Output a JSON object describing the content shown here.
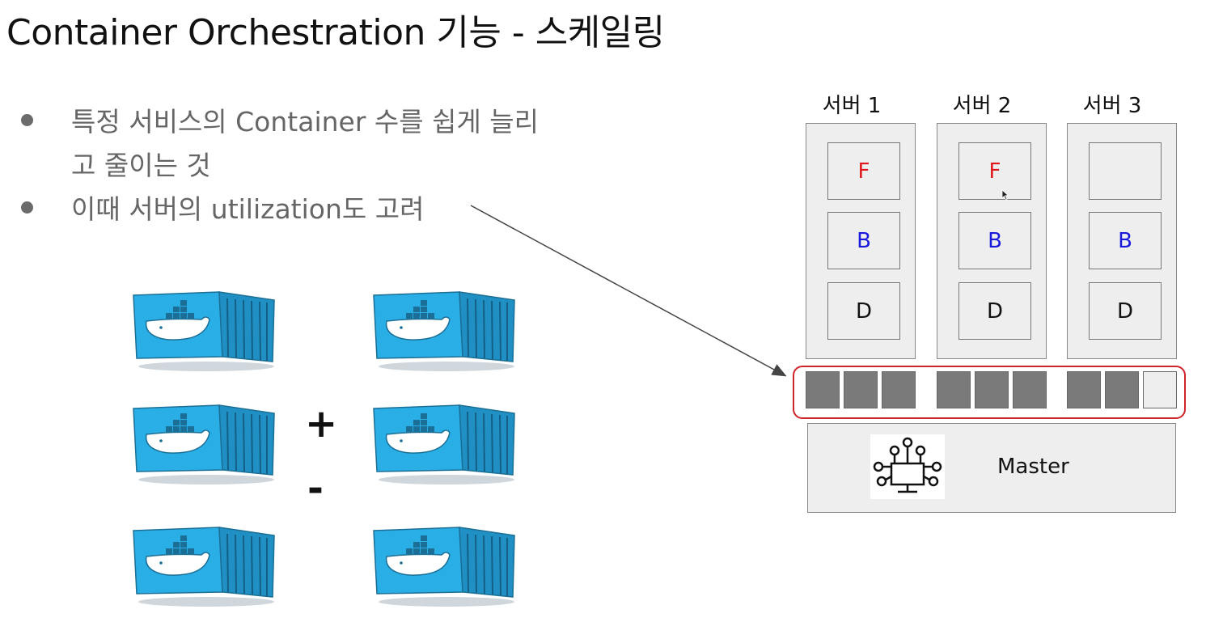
{
  "title": "Container Orchestration 기능 - 스케일링",
  "bullets": [
    "특정 서비스의 Container 수를 쉽게 늘리고 줄이는 것",
    "이때 서버의 utilization도 고려"
  ],
  "scale_symbols": {
    "plus": "+",
    "minus": "-"
  },
  "containers": {
    "count": 6,
    "icon": "docker-container-icon",
    "color": "#2aaee6"
  },
  "servers": [
    {
      "label": "서버 1",
      "services": [
        {
          "text": "F",
          "color": "#e0181b"
        },
        {
          "text": "B",
          "color": "#1a1adc"
        },
        {
          "text": "D",
          "color": "#111111"
        }
      ]
    },
    {
      "label": "서버 2",
      "services": [
        {
          "text": "F",
          "color": "#e0181b"
        },
        {
          "text": "B",
          "color": "#1a1adc"
        },
        {
          "text": "D",
          "color": "#111111"
        }
      ]
    },
    {
      "label": "서버 3",
      "services": [
        {
          "text": "",
          "color": "#111111"
        },
        {
          "text": "B",
          "color": "#1a1adc"
        },
        {
          "text": "D",
          "color": "#111111"
        }
      ]
    }
  ],
  "utilization": [
    [
      1,
      1,
      1
    ],
    [
      1,
      1,
      1
    ],
    [
      1,
      1,
      0
    ]
  ],
  "master": {
    "label": "Master",
    "icon": "network-monitor-icon"
  },
  "colors": {
    "highlight": "#d0232a",
    "used_slot": "#7a7a7a",
    "panel": "#eeeeee"
  }
}
